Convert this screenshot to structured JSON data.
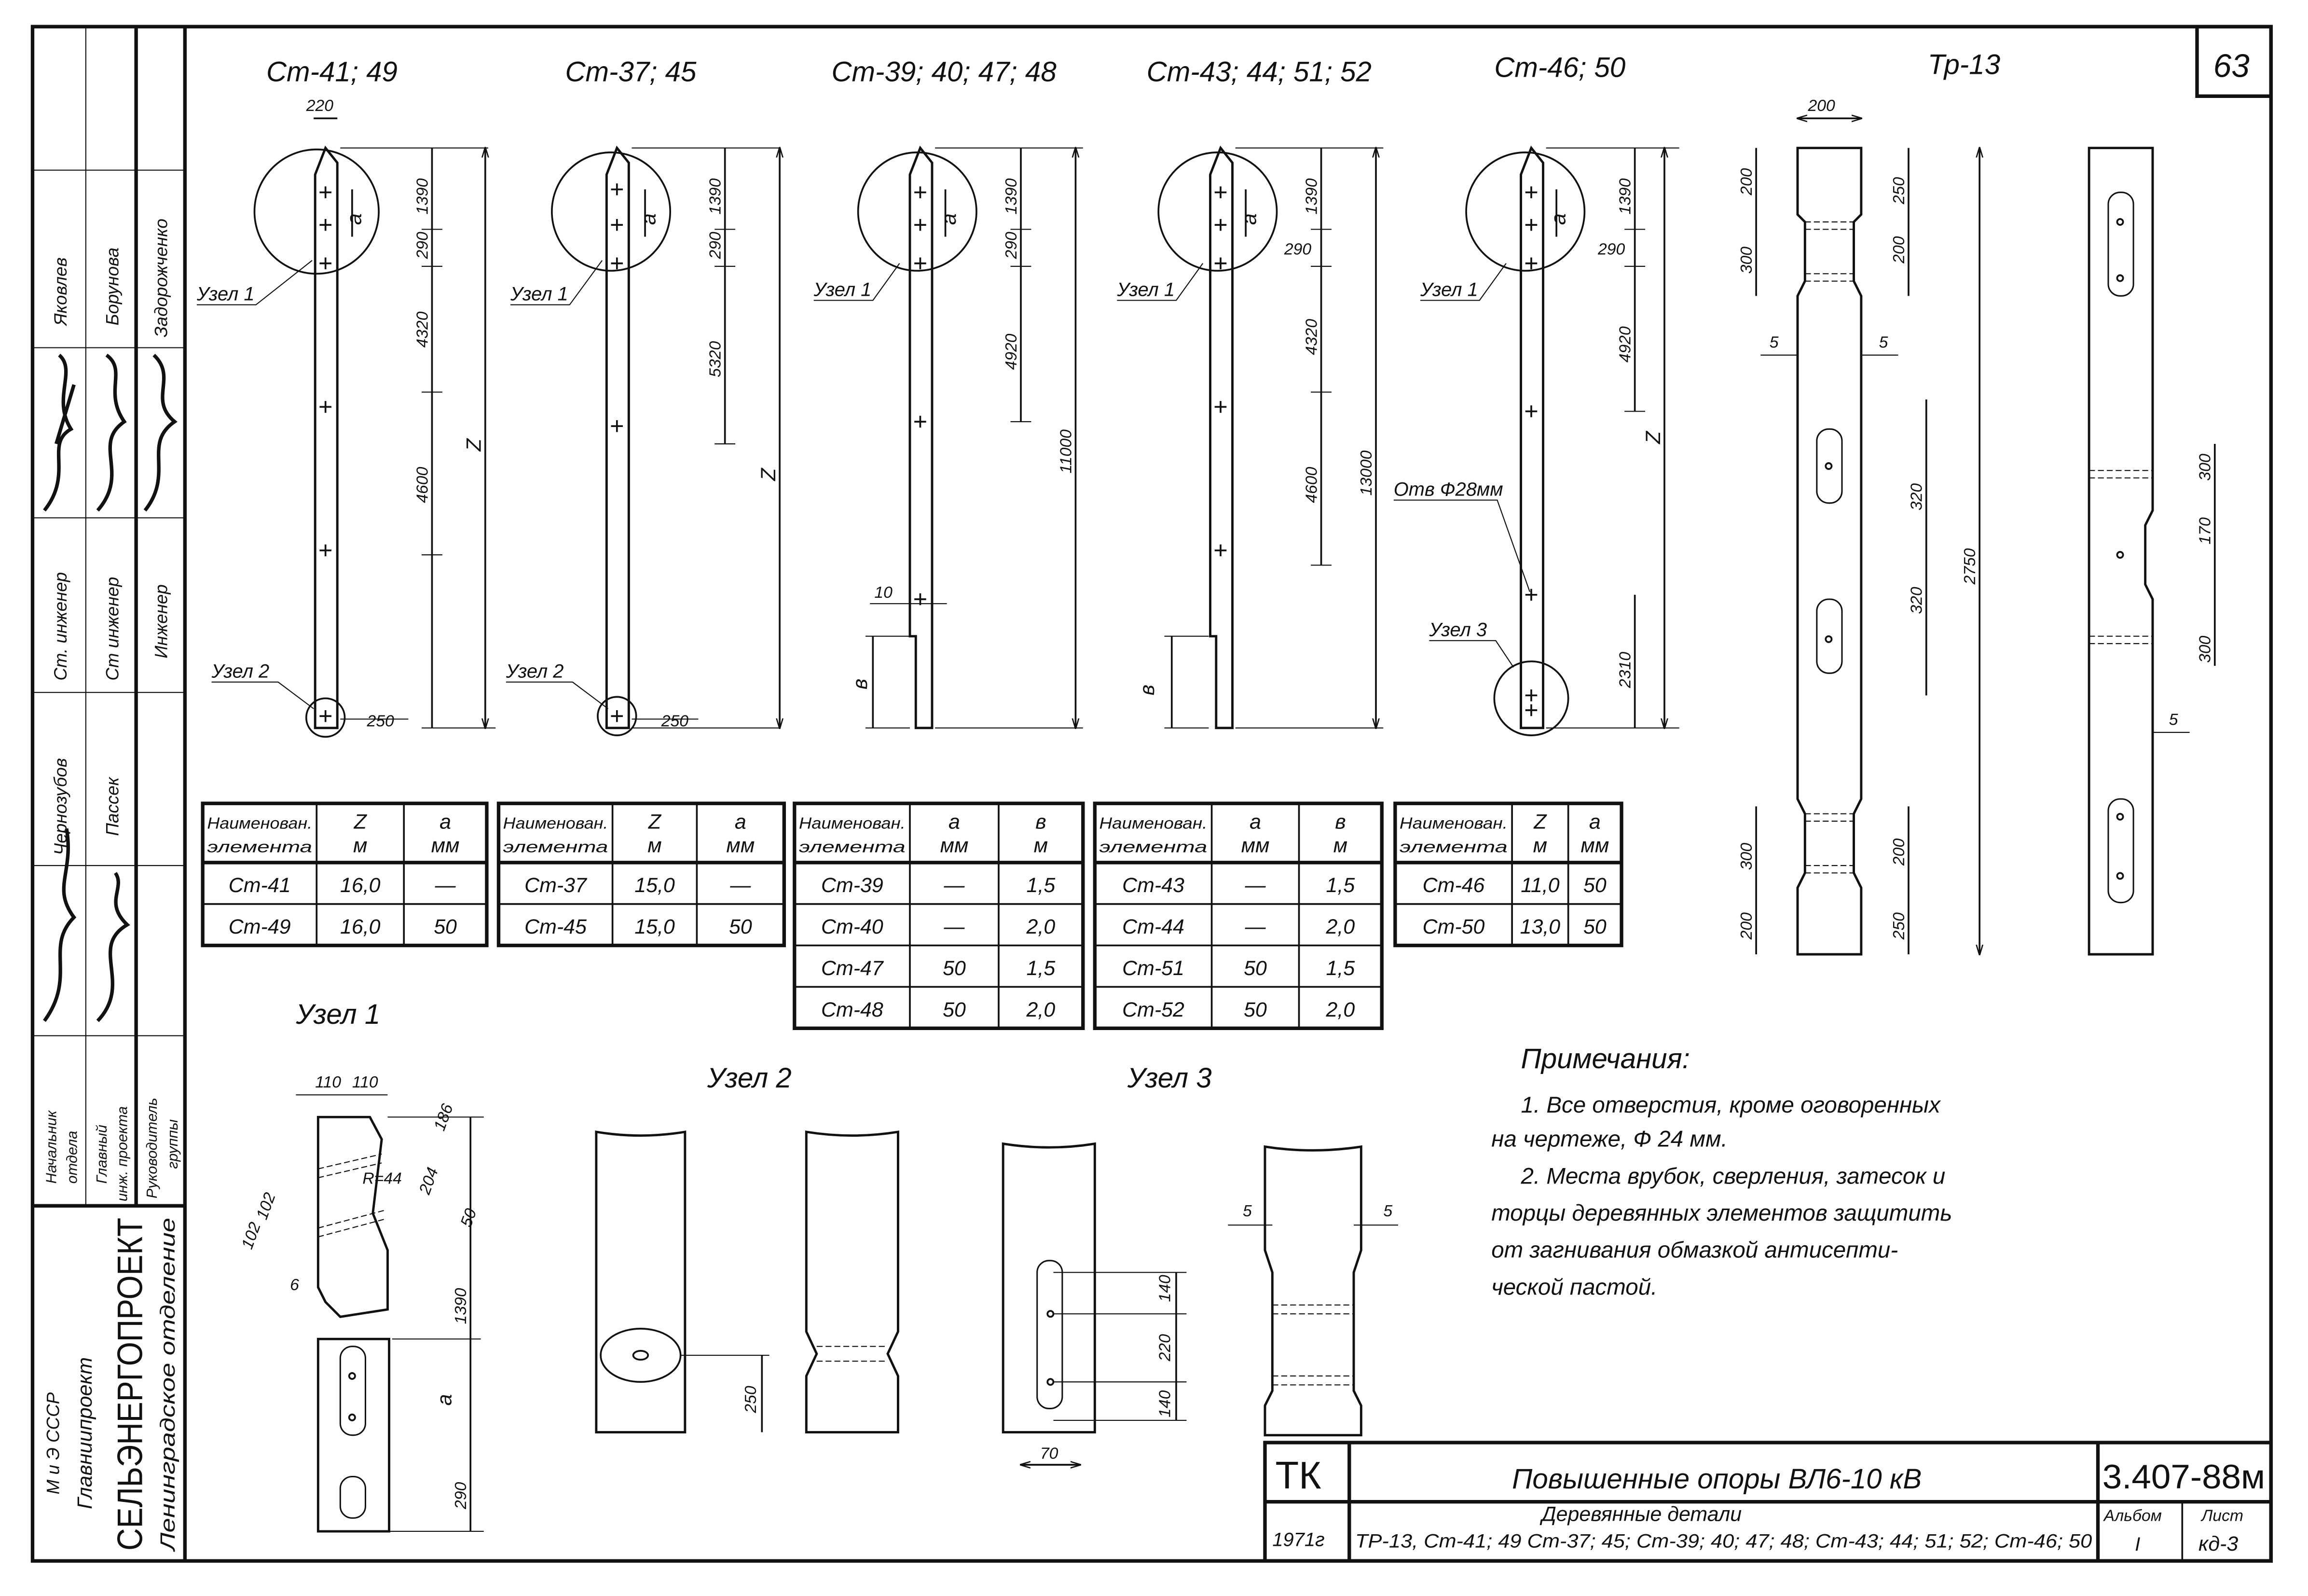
{
  "sheet_number": "63",
  "poles": [
    {
      "title": "Ст-41; 49",
      "dims": [
        "220",
        "1390",
        "290",
        "4320",
        "4600",
        "Z",
        "а",
        "250"
      ],
      "node_labels": [
        "Узел 1",
        "Узел 2"
      ]
    },
    {
      "title": "Ст-37; 45",
      "dims": [
        "1390",
        "290",
        "5320",
        "Z",
        "а",
        "250"
      ],
      "node_labels": [
        "Узел 1",
        "Узел 2"
      ]
    },
    {
      "title": "Ст-39; 40; 47; 48",
      "dims": [
        "1390",
        "290",
        "4920",
        "11000",
        "10",
        "в",
        "а"
      ],
      "node_labels": [
        "Узел 1"
      ]
    },
    {
      "title": "Ст-43; 44; 51; 52",
      "dims": [
        "1390",
        "290",
        "4320",
        "4600",
        "13000",
        "в",
        "а"
      ],
      "node_labels": [
        "Узел 1"
      ]
    },
    {
      "title": "Ст-46; 50",
      "dims": [
        "1390",
        "290",
        "4920",
        "Z",
        "2310",
        "а"
      ],
      "node_labels": [
        "Узел 1",
        "Узел 3"
      ],
      "hole_label": "Отв Ф28мм"
    },
    {
      "title": "Тр-13",
      "dims": [
        "200",
        "200",
        "300",
        "250",
        "200",
        "5",
        "5",
        "320",
        "320",
        "2750",
        "300",
        "200",
        "200",
        "250",
        "300",
        "170",
        "300",
        "5"
      ]
    }
  ],
  "tables": [
    {
      "headers": [
        [
          "Наименован.",
          "элемента"
        ],
        [
          "Z",
          "м"
        ],
        [
          "а",
          "мм"
        ]
      ],
      "rows": [
        [
          "Ст-41",
          "16,0",
          "—"
        ],
        [
          "Ст-49",
          "16,0",
          "50"
        ]
      ]
    },
    {
      "headers": [
        [
          "Наименован.",
          "элемента"
        ],
        [
          "Z",
          "м"
        ],
        [
          "а",
          "мм"
        ]
      ],
      "rows": [
        [
          "Ст-37",
          "15,0",
          "—"
        ],
        [
          "Ст-45",
          "15,0",
          "50"
        ]
      ]
    },
    {
      "headers": [
        [
          "Наименован.",
          "элемента"
        ],
        [
          "а",
          "мм"
        ],
        [
          "в",
          "м"
        ]
      ],
      "rows": [
        [
          "Ст-39",
          "—",
          "1,5"
        ],
        [
          "Ст-40",
          "—",
          "2,0"
        ],
        [
          "Ст-47",
          "50",
          "1,5"
        ],
        [
          "Ст-48",
          "50",
          "2,0"
        ]
      ]
    },
    {
      "headers": [
        [
          "Наименован.",
          "элемента"
        ],
        [
          "а",
          "мм"
        ],
        [
          "в",
          "м"
        ]
      ],
      "rows": [
        [
          "Ст-43",
          "—",
          "1,5"
        ],
        [
          "Ст-44",
          "—",
          "2,0"
        ],
        [
          "Ст-51",
          "50",
          "1,5"
        ],
        [
          "Ст-52",
          "50",
          "2,0"
        ]
      ]
    },
    {
      "headers": [
        [
          "Наименован.",
          "элемента"
        ],
        [
          "Z",
          "м"
        ],
        [
          "а",
          "мм"
        ]
      ],
      "rows": [
        [
          "Ст-46",
          "11,0",
          "50"
        ],
        [
          "Ст-50",
          "13,0",
          "50"
        ]
      ]
    }
  ],
  "nodes": [
    {
      "title": "Узел 1",
      "dims": [
        "110",
        "110",
        "186",
        "204",
        "R=44",
        "50",
        "102",
        "102",
        "6",
        "1390",
        "а",
        "290"
      ]
    },
    {
      "title": "Узел 2",
      "dims": [
        "250"
      ]
    },
    {
      "title": "Узел 3",
      "dims": [
        "5",
        "5",
        "140",
        "220",
        "140",
        "70"
      ]
    }
  ],
  "notes": {
    "title": "Примечания:",
    "lines": [
      "1. Все  отверстия,  кроме   оговоренных",
      "на   чертеже,    Ф 24 мм.",
      "2. Места  врубок,  сверления,  затесок  и",
      "торцы  деревянных   элементов  защитить",
      "от   загнивания   обмазкой   антисепти-",
      "ческой    пастой."
    ]
  },
  "title_block": {
    "code": "ТК",
    "year": "1971г",
    "title": "Повышенные   опоры   ВЛ6-10 кВ",
    "subtitle": "Деревянные        детали",
    "elements": "ТР-13, Ст-41; 49  Ст-37; 45; Ст-39; 40; 47; 48; Ст-43; 44; 51; 52; Ст-46; 50",
    "doc_number": "3.407-88м",
    "album_label": "Альбом",
    "album_value": "I",
    "sheet_label": "Лист",
    "sheet_value": "кд-3"
  },
  "stamp": {
    "names": [
      "Яковлев",
      "Борунова",
      "Задорожченко",
      "Чернозубов",
      "Пассек"
    ],
    "roles": [
      "Ст. инженер",
      "Ст инженер",
      "Инженер"
    ],
    "positions": [
      [
        "Начальник",
        "отдела"
      ],
      [
        "Главный",
        "инж. проекта"
      ],
      [
        "Руководитель",
        "группы"
      ]
    ],
    "org": [
      "М и Э СССР",
      "Главниипроект",
      "СЕЛЬЭНЕРГОПРОЕКТ",
      "Ленинградское  отделение"
    ]
  }
}
